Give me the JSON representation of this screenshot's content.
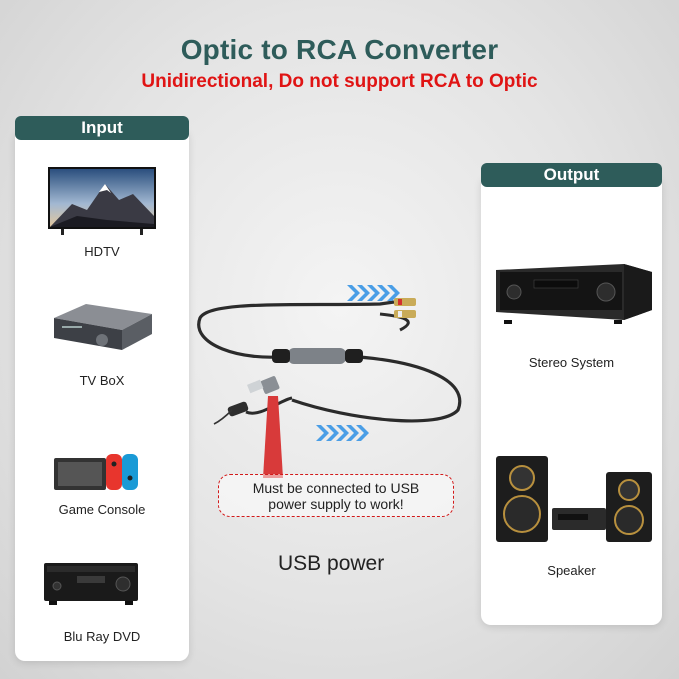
{
  "header": {
    "title": "Optic to RCA Converter",
    "subtitle": "Unidirectional, Do not support RCA to Optic"
  },
  "input_panel": {
    "tab_label": "Input",
    "items": [
      {
        "label": "HDTV",
        "icon": "tv-icon"
      },
      {
        "label": "TV BoX",
        "icon": "tv-box-icon"
      },
      {
        "label": "Game Console",
        "icon": "game-console-icon"
      },
      {
        "label": "Blu Ray DVD",
        "icon": "blu-ray-player-icon"
      }
    ]
  },
  "output_panel": {
    "tab_label": "Output",
    "items": [
      {
        "label": "Stereo System",
        "icon": "av-receiver-icon"
      },
      {
        "label": "Speaker",
        "icon": "speaker-system-icon"
      }
    ]
  },
  "center": {
    "note_line1": "Must be connected to USB",
    "note_line2": "power supply to work!",
    "usb_label": "USB power"
  },
  "colors": {
    "accent": "#2e5c5a",
    "warning": "#e01414",
    "arrow": "#4a9ee6"
  }
}
